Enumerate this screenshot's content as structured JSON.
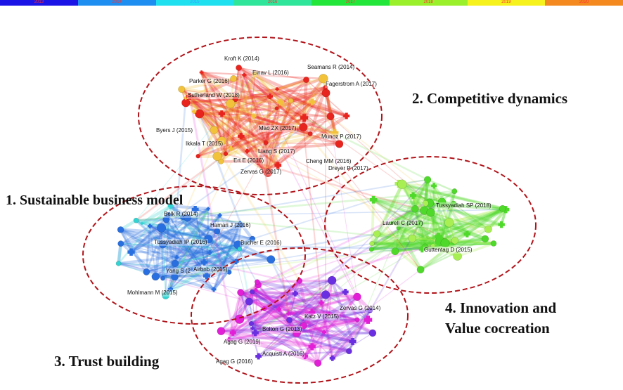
{
  "timeline": [
    {
      "year": "2013",
      "color": "#1a14e6",
      "text_color": "#ff3030"
    },
    {
      "year": "2014",
      "color": "#1e8ff0",
      "text_color": "#ff3030"
    },
    {
      "year": "2015",
      "color": "#1ee0ee",
      "text_color": "#3aa0ff"
    },
    {
      "year": "2016",
      "color": "#2ee59a",
      "text_color": "#ff3030"
    },
    {
      "year": "2017",
      "color": "#22e63a",
      "text_color": "#ff3030"
    },
    {
      "year": "2018",
      "color": "#9af02a",
      "text_color": "#ff3030"
    },
    {
      "year": "2019",
      "color": "#f6f21e",
      "text_color": "#ff3030"
    },
    {
      "year": "2020",
      "color": "#f3891f",
      "text_color": "#ff3030"
    }
  ],
  "cluster_colors": {
    "competitive": "#e8241e",
    "competitive_light": "#f2c23a",
    "sustainable": "#2a6fe0",
    "sustainable_light": "#31d4d2",
    "trust": "#e21fd6",
    "trust_dark": "#6a2fe0",
    "innovation": "#4fd92a",
    "innovation_light": "#a8ef54",
    "ellipse": "#b0141a"
  },
  "clusters": {
    "sustainable": "1. Sustainable business model",
    "competitive": "2. Competitive dynamics",
    "trust": "3. Trust building",
    "innovation_line1": "4. Innovation and",
    "innovation_line2": "Value cocreation"
  },
  "labels": [
    "Kroft K (2014)",
    "Einav L (2016)",
    "Seamans R (2014)",
    "Parker G (2016)",
    "Fagerstrom A (2017)",
    "Sutherland W (2018)",
    "Byers J (2015)",
    "Mao ZX (2017)",
    "Ikkala T (2015)",
    "Munoz P (2017)",
    "Liang S (2017)",
    "Ert E (2016)",
    "Cheng MM (2016)",
    "Zervas G (2017)",
    "Dreyer P (2017)",
    "Belk R (2014)",
    "Hamari J (2016)",
    "Tussyadiah IP (2016)",
    "Bucher E (2016)",
    "Yang S (2",
    "Airbnb (2015)",
    "Mohlmann M (2015)",
    "Tussyadiah SP (2018)",
    "Laurell C (2017)",
    "Guttentag D (2015)",
    "Zervas G (2014)",
    "Katz V (2015)",
    "Bolton G (2013)",
    "Agag G (2019)",
    "Acquisti A (2016)",
    "Agag G (2016)"
  ]
}
